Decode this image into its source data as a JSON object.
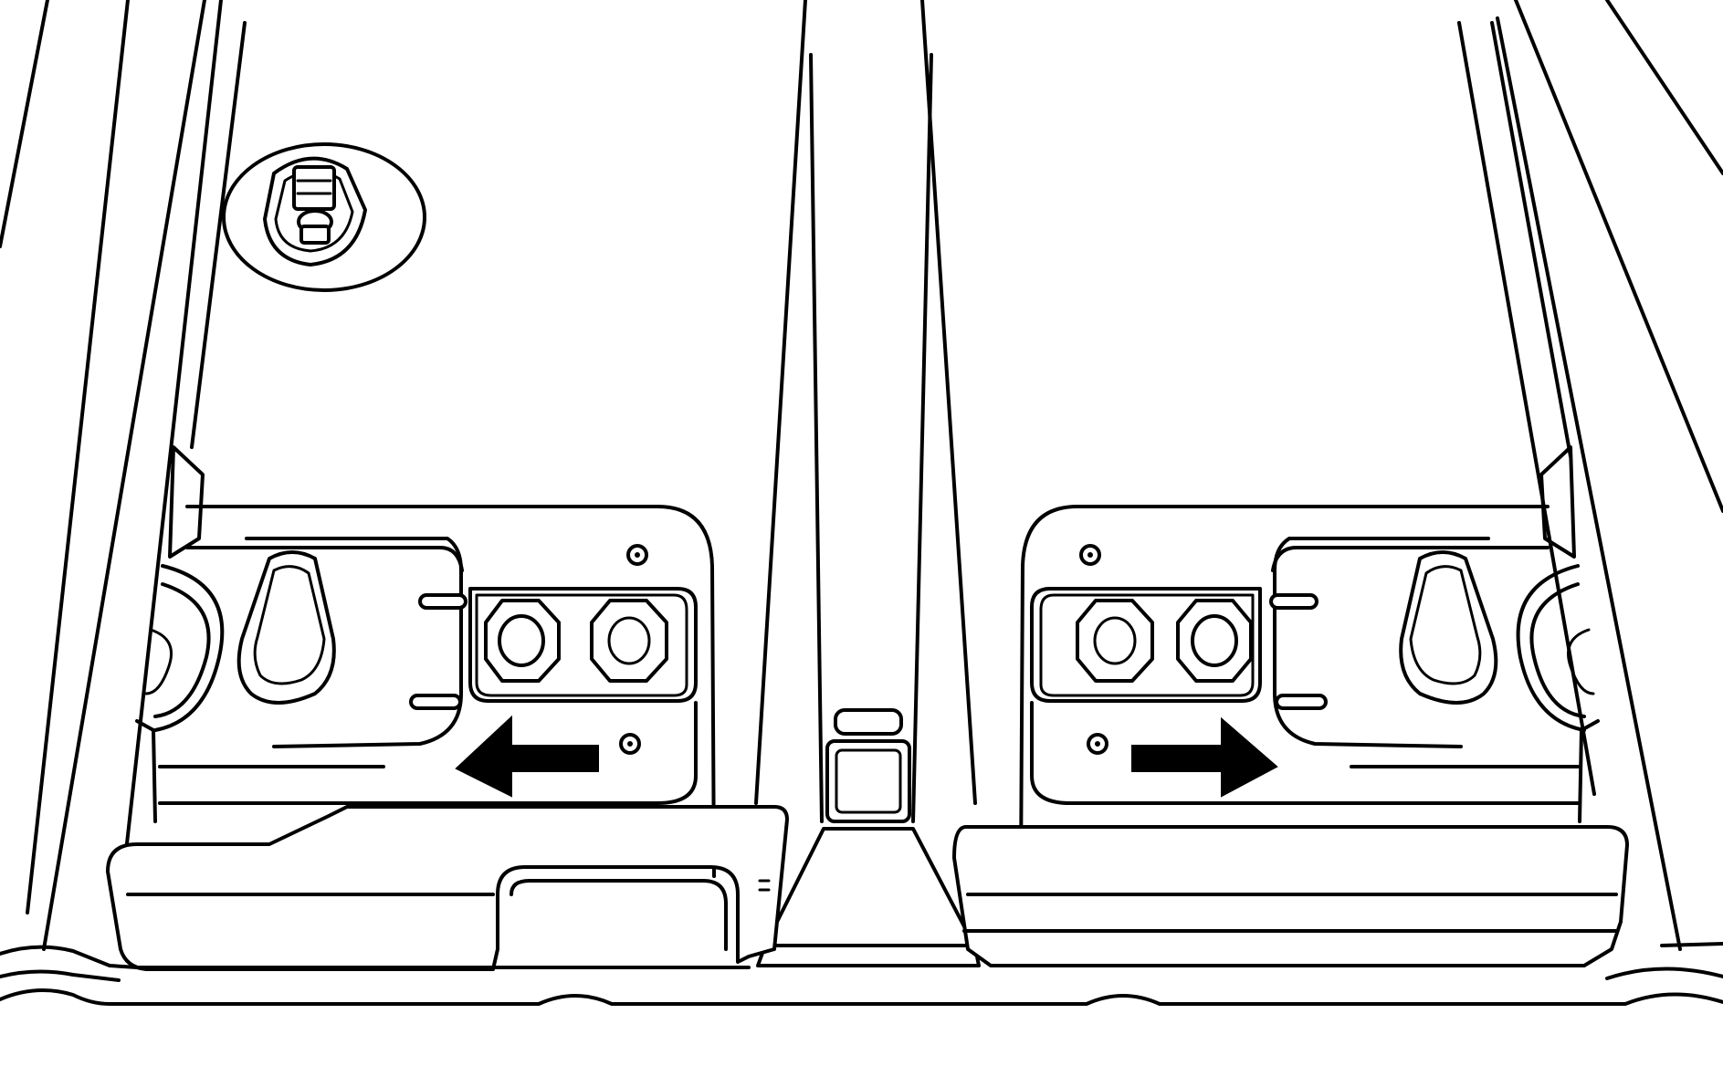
{
  "diagram": {
    "colors": {
      "stroke": "#000000",
      "background": "#ffffff"
    },
    "arrows": [
      {
        "name": "left-slide-arrow",
        "direction": "left"
      },
      {
        "name": "right-slide-arrow",
        "direction": "right"
      }
    ],
    "icons": [
      "arrow-left-icon",
      "arrow-right-icon"
    ]
  }
}
